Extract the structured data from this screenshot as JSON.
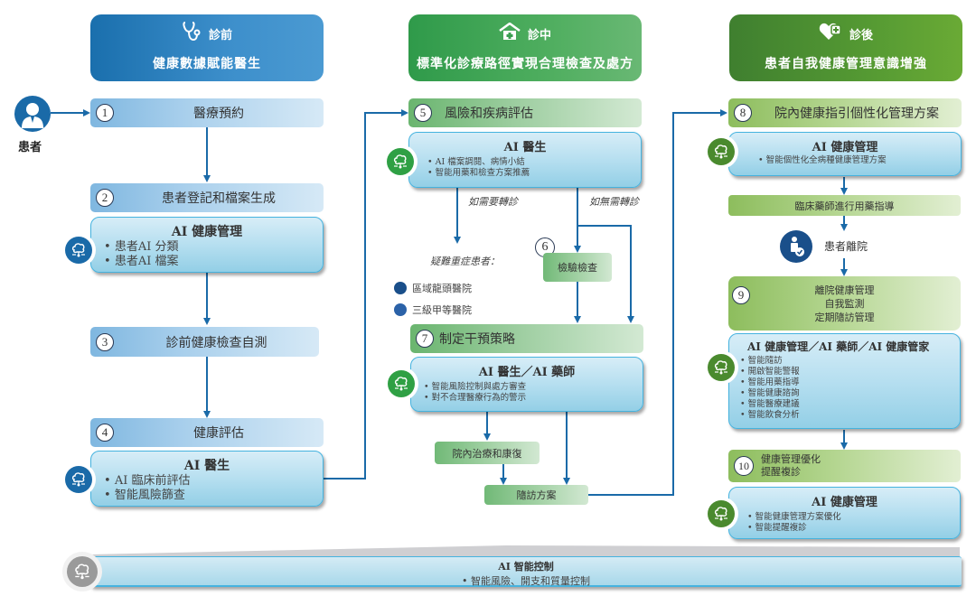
{
  "phases": {
    "pre": {
      "icon": "stethoscope-icon",
      "title": "診前",
      "subtitle": "健康數據賦能醫生"
    },
    "mid": {
      "icon": "hospital-house-icon",
      "title": "診中",
      "subtitle": "標準化診療路徑實現合理檢查及處方"
    },
    "post": {
      "icon": "heart-plus-icon",
      "title": "診後",
      "subtitle": "患者自我健康管理意識增強"
    }
  },
  "patient": {
    "label": "患者",
    "icon": "patient-avatar-icon"
  },
  "steps": [
    {
      "num": "1",
      "label": "醫療預約"
    },
    {
      "num": "2",
      "label": "患者登記和檔案生成"
    },
    {
      "num": "3",
      "label": "診前健康檢查自測"
    },
    {
      "num": "4",
      "label": "健康評估"
    },
    {
      "num": "5",
      "label": "風險和疾病評估"
    },
    {
      "num": "6",
      "label": "檢驗檢查"
    },
    {
      "num": "7",
      "label": "制定干預策略"
    },
    {
      "num": "8",
      "label": "院內健康指引個性化管理方案"
    },
    {
      "num": "9",
      "lines": [
        "離院健康管理",
        "自我監測",
        "定期隨訪管理"
      ]
    },
    {
      "num": "10",
      "lines": [
        "健康管理優化",
        "提醒複診"
      ]
    }
  ],
  "ai_boxes": {
    "step2": {
      "title": "AI 健康管理",
      "items": [
        "患者AI 分類",
        "患者AI 檔案"
      ]
    },
    "step4": {
      "title": "AI 醫生",
      "items": [
        "AI 臨床前評估",
        "智能風險篩查"
      ]
    },
    "step5": {
      "title": "AI 醫生",
      "items": [
        "AI 檔案調閱、病情小結",
        "智能用藥和檢查方案推薦"
      ]
    },
    "step7": {
      "title": "AI 醫生／AI 藥師",
      "items": [
        "智能風險控制與處方審查",
        "對不合理醫療行為的警示"
      ]
    },
    "step8": {
      "title": "AI 健康管理",
      "items": [
        "智能個性化全病種健康管理方案"
      ]
    },
    "step9": {
      "title": "AI 健康管理／AI 藥師／AI 健康管家",
      "items": [
        "智能隨訪",
        "開啟智能警報",
        "智能用藥指導",
        "智能健康諮詢",
        "智能醫療建議",
        "智能飲食分析"
      ]
    },
    "step10": {
      "title": "AI 健康管理",
      "items": [
        "智能健康管理方案優化",
        "智能提醒複診"
      ]
    },
    "bottom": {
      "title": "AI 智能控制",
      "items": [
        "智能風險、開支和質量控制"
      ]
    }
  },
  "branches": {
    "referral": "如需要轉診",
    "no_referral": "如無需轉診",
    "severe_label": "疑難重症患者：",
    "hospitals": [
      "區域龍頭醫院",
      "三級甲等醫院"
    ]
  },
  "mid_boxes": {
    "inpatient": "院內治療和康復",
    "followup": "隨訪方案"
  },
  "post_boxes": {
    "pharmacist": "臨床藥師進行用藥指導",
    "discharge": "患者離院"
  },
  "colors": {
    "arrow": "#1a6aa8",
    "pre_header": "#1a6fad",
    "mid_header": "#2f9a4a",
    "post_header": "#3f7f2f",
    "ai_border": "#45b3df"
  }
}
